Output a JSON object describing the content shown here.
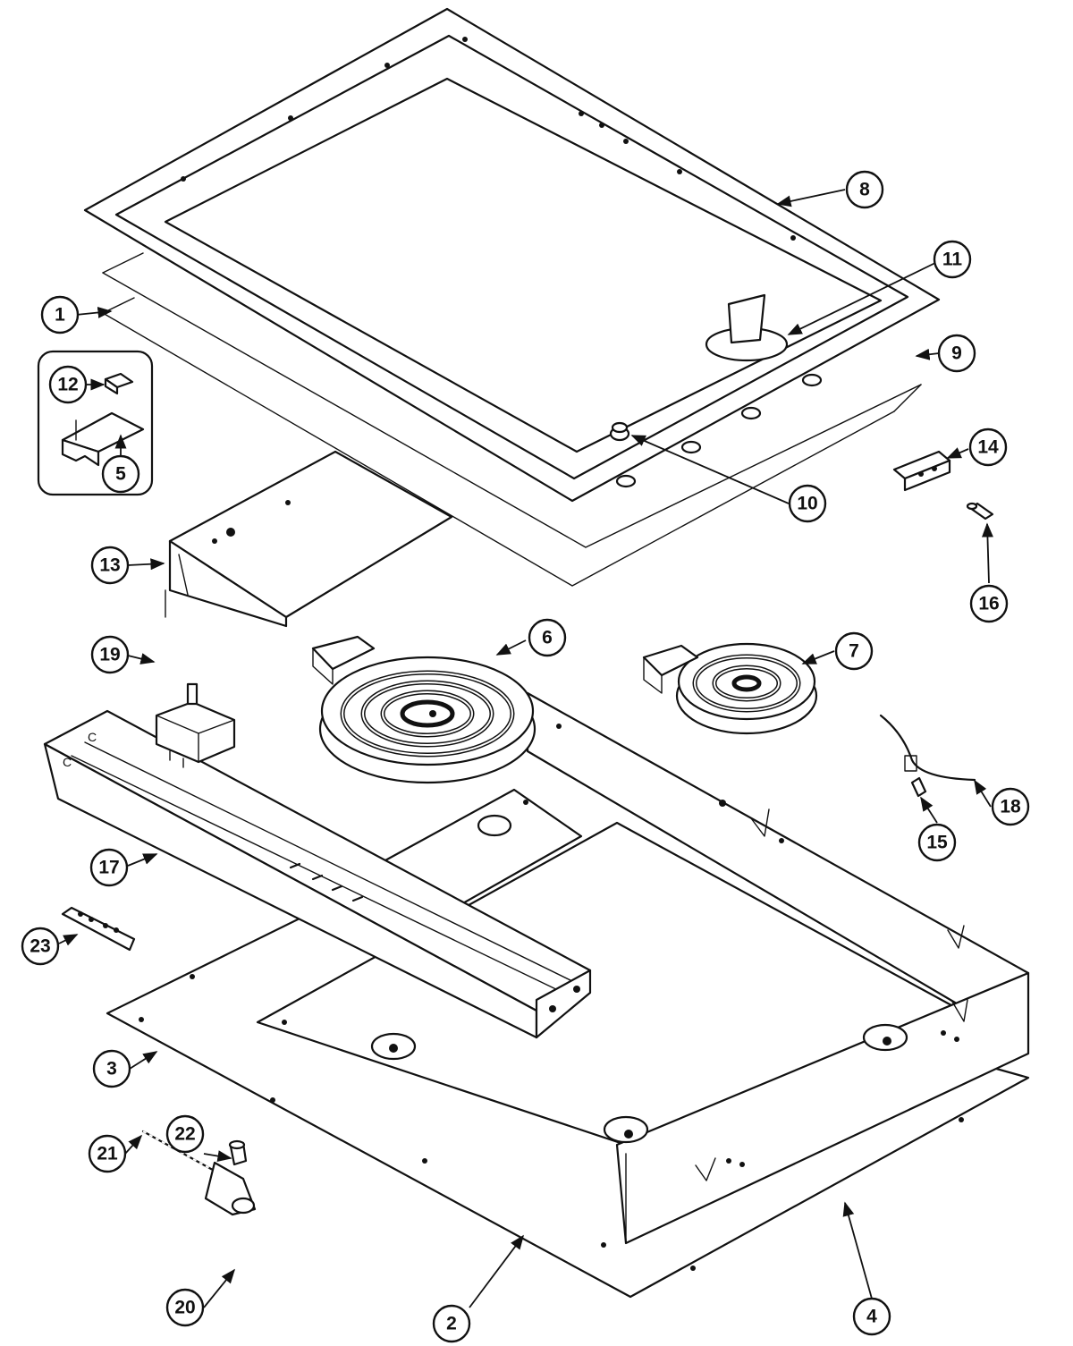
{
  "callouts": [
    {
      "id": "1",
      "label": "1"
    },
    {
      "id": "2",
      "label": "2"
    },
    {
      "id": "3",
      "label": "3"
    },
    {
      "id": "4",
      "label": "4"
    },
    {
      "id": "5",
      "label": "5"
    },
    {
      "id": "6",
      "label": "6"
    },
    {
      "id": "7",
      "label": "7"
    },
    {
      "id": "8",
      "label": "8"
    },
    {
      "id": "9",
      "label": "9"
    },
    {
      "id": "10",
      "label": "10"
    },
    {
      "id": "11",
      "label": "11"
    },
    {
      "id": "12",
      "label": "12"
    },
    {
      "id": "13",
      "label": "13"
    },
    {
      "id": "14",
      "label": "14"
    },
    {
      "id": "15",
      "label": "15"
    },
    {
      "id": "16",
      "label": "16"
    },
    {
      "id": "17",
      "label": "17"
    },
    {
      "id": "18",
      "label": "18"
    },
    {
      "id": "19",
      "label": "19"
    },
    {
      "id": "20",
      "label": "20"
    },
    {
      "id": "21",
      "label": "21"
    },
    {
      "id": "22",
      "label": "22"
    },
    {
      "id": "23",
      "label": "23"
    }
  ],
  "bracket_marks": [
    "C",
    "C"
  ]
}
